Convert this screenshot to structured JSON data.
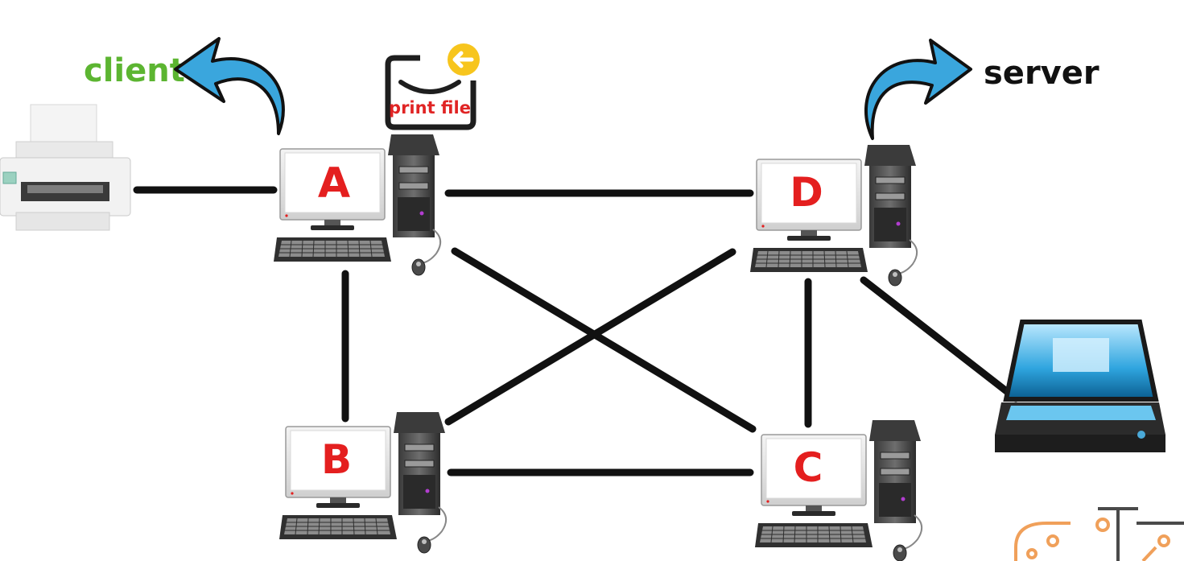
{
  "labels": {
    "client": "client",
    "server": "server",
    "print_file": "print file"
  },
  "computers": [
    {
      "id": "A",
      "label": "A"
    },
    {
      "id": "B",
      "label": "B"
    },
    {
      "id": "C",
      "label": "C"
    },
    {
      "id": "D",
      "label": "D"
    }
  ],
  "colors": {
    "client_text": "#5cb531",
    "server_text": "#111111",
    "computer_letter": "#e41f1f",
    "arrow": "#3aa6dd",
    "link": "#111111",
    "print_badge": "#f7c51d"
  },
  "icons": [
    "printer-icon",
    "scanner-icon",
    "curved-arrow-icon",
    "print-file-icon",
    "arrow-left-icon",
    "circuit-logo-icon"
  ]
}
